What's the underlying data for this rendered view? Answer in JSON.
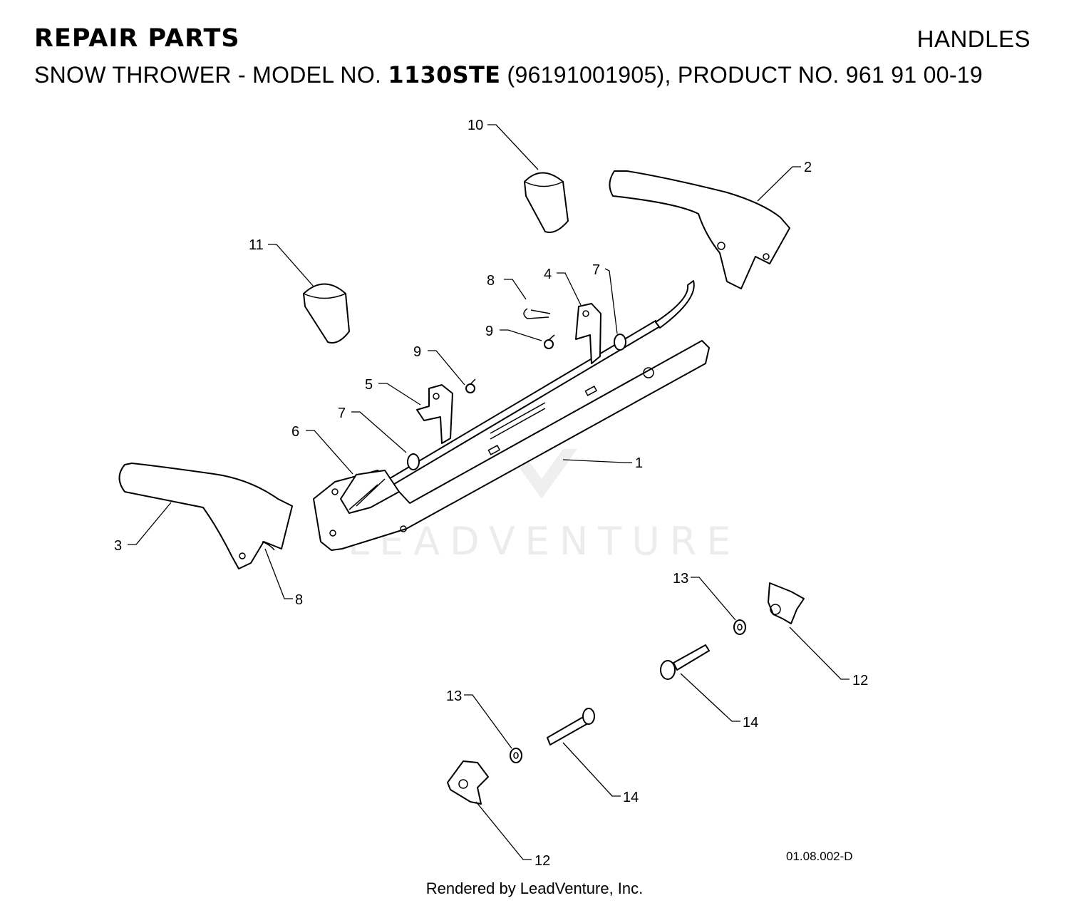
{
  "header": {
    "title": "REPAIR PARTS",
    "section": "HANDLES",
    "subtitle_prefix": "SNOW THROWER - MODEL NO.",
    "model": "1130STE",
    "subtitle_suffix": "(96191001905), PRODUCT NO. 961 91 00-19"
  },
  "watermark": "LEADVENTURE",
  "callouts": {
    "c1": "1",
    "c2": "2",
    "c3": "3",
    "c4": "4",
    "c5": "5",
    "c6": "6",
    "c7a": "7",
    "c7b": "7",
    "c8a": "8",
    "c8b": "8",
    "c9a": "9",
    "c9b": "9",
    "c10": "10",
    "c11": "11",
    "c12a": "12",
    "c12b": "12",
    "c13a": "13",
    "c13b": "13",
    "c14a": "14",
    "c14b": "14"
  },
  "figure_code": "01.08.002-D",
  "footer": "Rendered by LeadVenture, Inc."
}
